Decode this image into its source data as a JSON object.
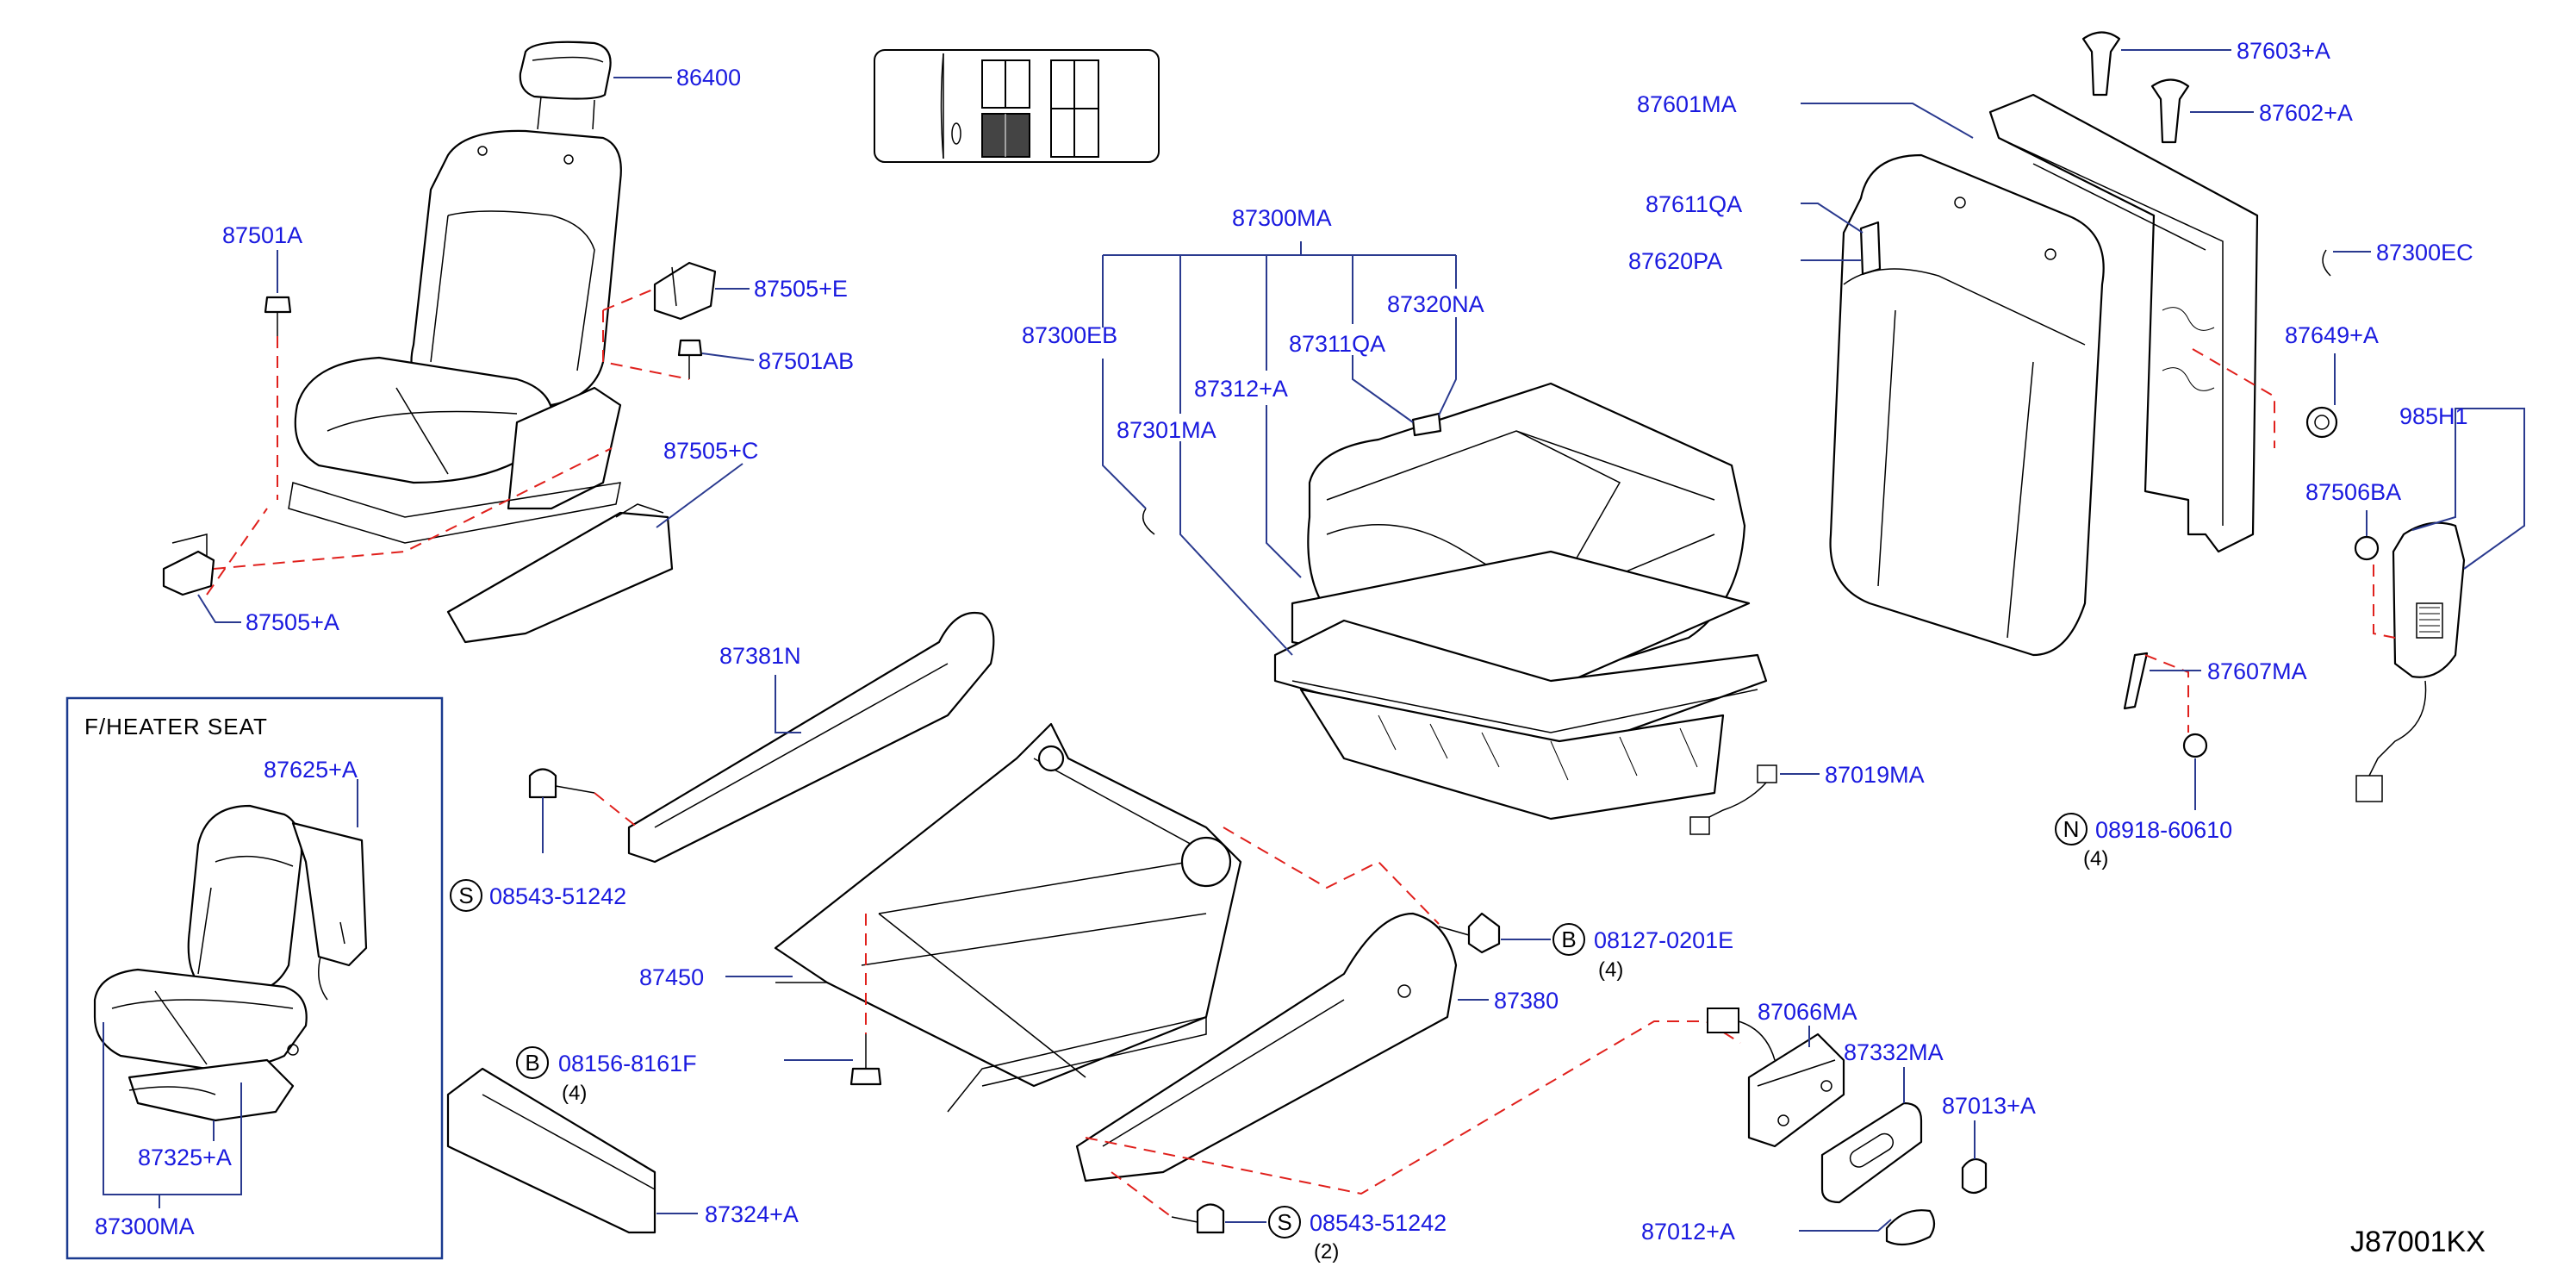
{
  "inset_title": "F/HEATER   SEAT",
  "diagram_code": "J87001KX",
  "labels": {
    "p86400": "86400",
    "p87501A": "87501A",
    "p87505E": "87505+E",
    "p87501AB": "87501AB",
    "p87505C": "87505+C",
    "p87505A": "87505+A",
    "p87300MA_top": "87300MA",
    "p87300EB": "87300EB",
    "p87320NA": "87320NA",
    "p87311QA": "87311QA",
    "p87312A": "87312+A",
    "p87301MA": "87301MA",
    "p87601MA": "87601MA",
    "p87611QA": "87611QA",
    "p87620PA": "87620PA",
    "p87603A": "87603+A",
    "p87602A": "87602+A",
    "p87300EC": "87300EC",
    "p87649A": "87649+A",
    "p985H1": "985H1",
    "p87506BA": "87506BA",
    "p87607MA": "87607MA",
    "p08918": "08918-60610",
    "p08918_qty": "(4)",
    "p87019MA": "87019MA",
    "p87381N": "87381N",
    "p08543a": "08543-51242",
    "p87450": "87450",
    "p08127": "08127-0201E",
    "p08127_qty": "(4)",
    "p87380": "87380",
    "p08156": "08156-8161F",
    "p08156_qty": "(4)",
    "p87324A": "87324+A",
    "p08543b": "08543-51242",
    "p08543b_qty": "(2)",
    "p87066MA": "87066MA",
    "p87332MA": "87332MA",
    "p87013A": "87013+A",
    "p87012A": "87012+A",
    "p87625A": "87625+A",
    "p87325A": "87325+A",
    "p87300MA_inset": "87300MA"
  },
  "circle_marks": {
    "s1": "S",
    "b1": "B",
    "b2": "B",
    "s2": "S",
    "n1": "N"
  },
  "colors": {
    "label_blue": "#1a1adf",
    "leader": "#2a3a8f",
    "dash_red": "#e0201c"
  }
}
